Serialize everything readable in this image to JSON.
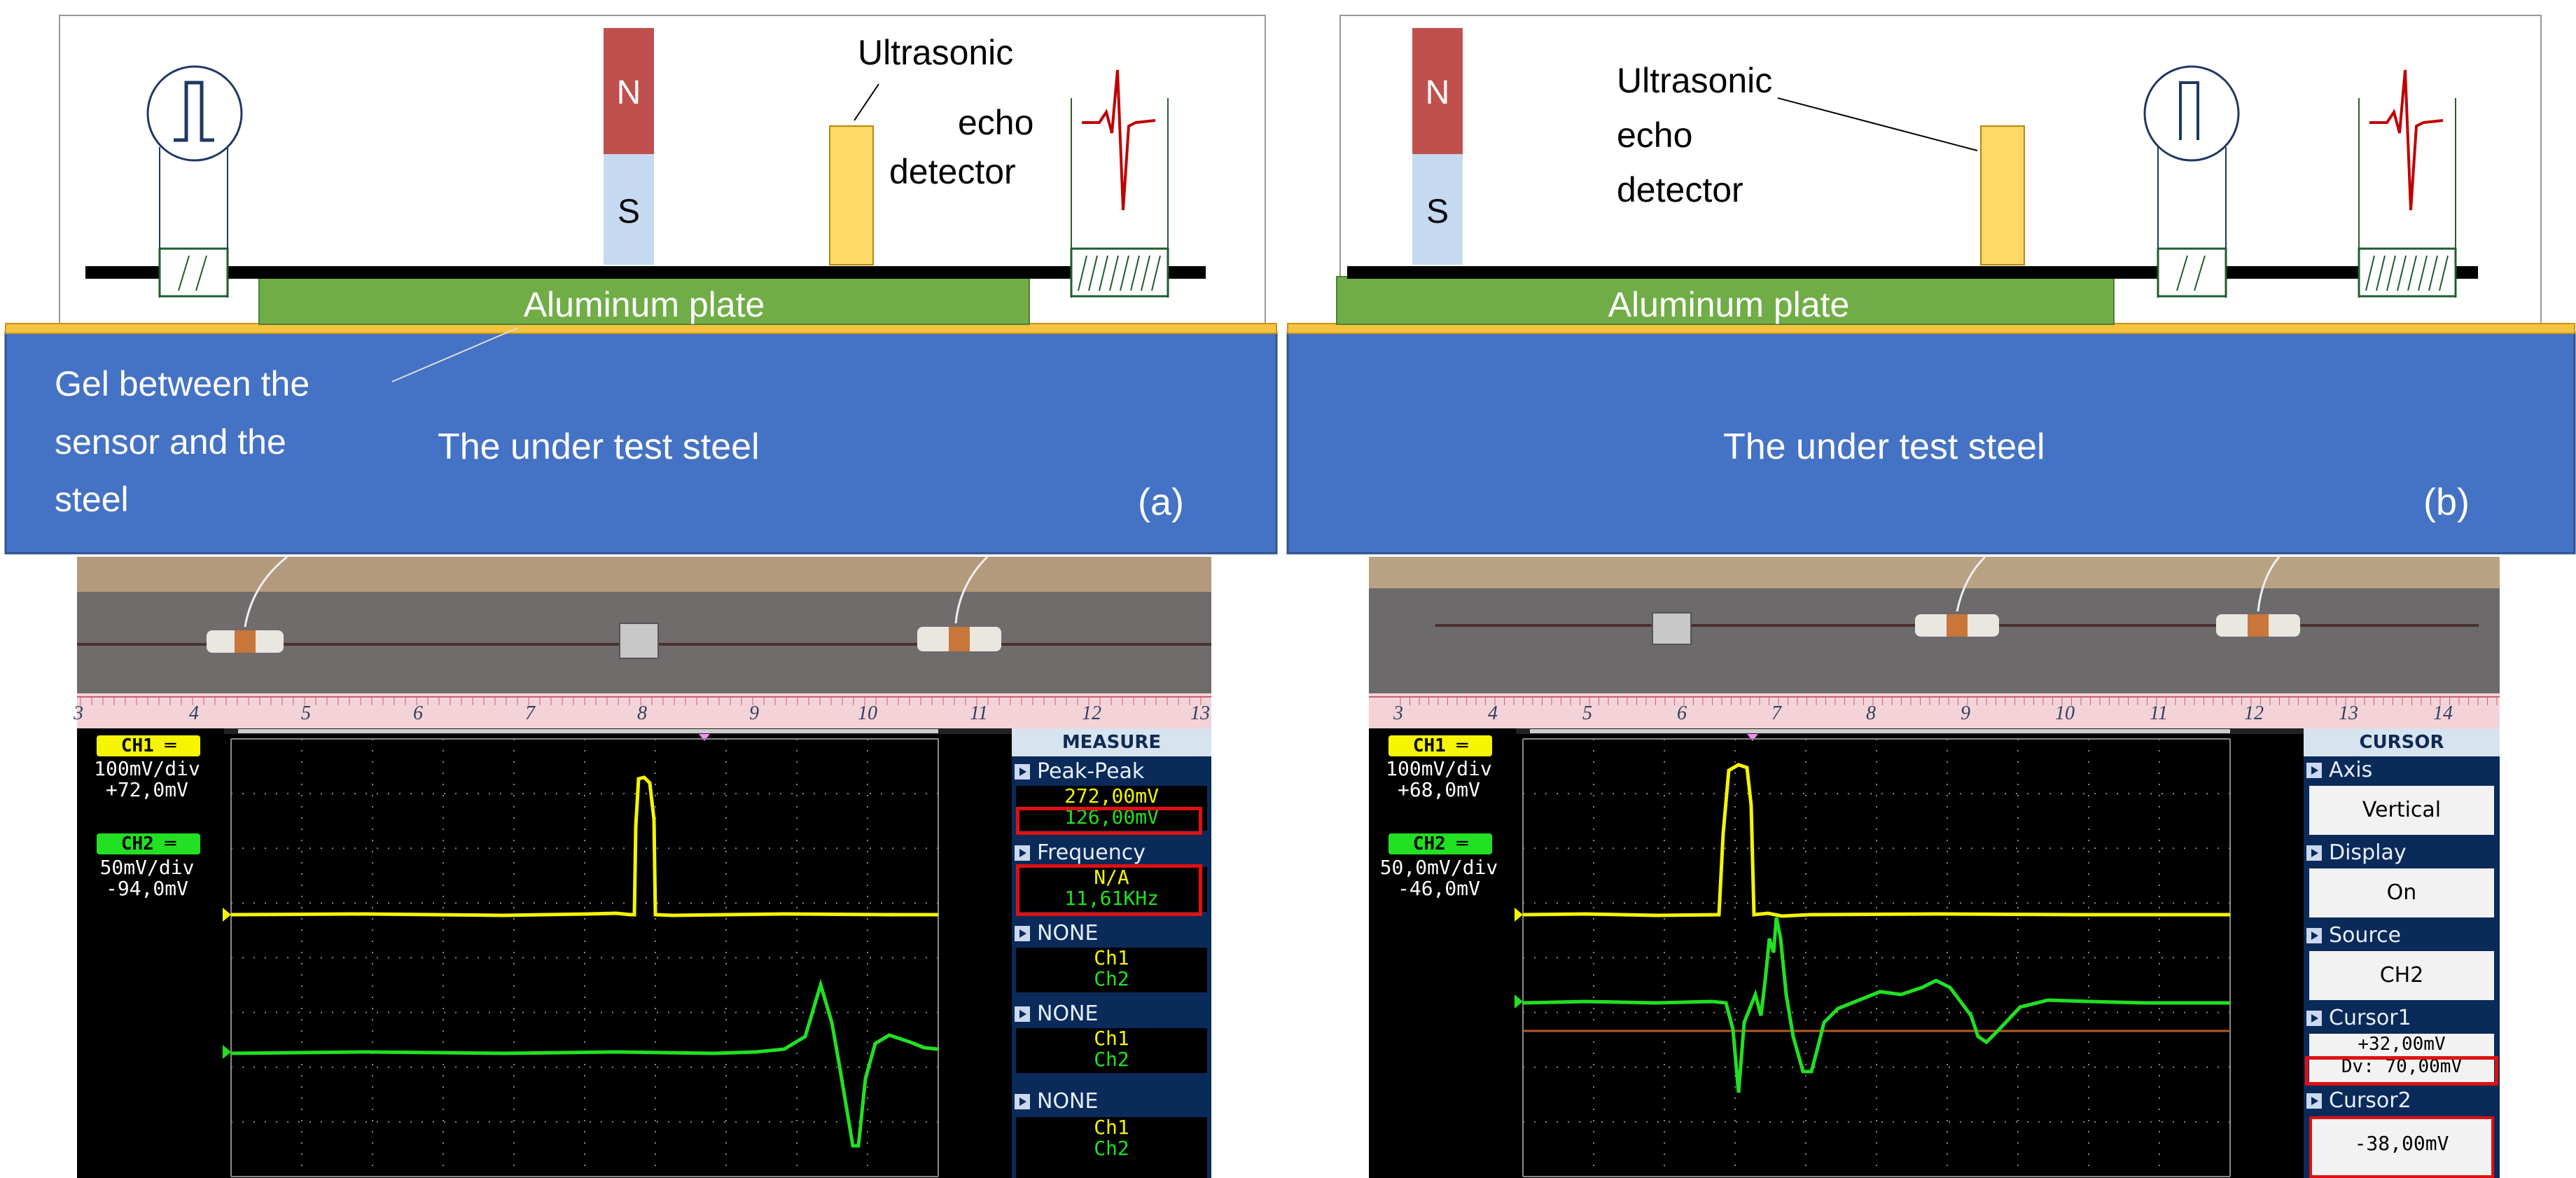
{
  "panels": [
    {
      "label": "(a)",
      "magnet_n": "N",
      "magnet_s": "S",
      "detector_label": [
        "Ultrasonic",
        "echo",
        "detector"
      ],
      "plate_label": "Aluminum plate",
      "gel_label": [
        "Gel between the",
        "sensor and the",
        "steel"
      ],
      "steel_label": "The under test steel",
      "ruler_numbers": [
        "3",
        "4",
        "5",
        "6",
        "7",
        "8",
        "9",
        "10",
        "11",
        "12",
        "13"
      ],
      "scope": {
        "ch1_badge": "CH1 ═",
        "ch1_scale": "100mV/div",
        "ch1_offset": "+72,0mV",
        "ch2_badge": "CH2 ═",
        "ch2_scale": "50mV/div",
        "ch2_offset": "-94,0mV",
        "menu_title": "MEASURE",
        "items": [
          {
            "head": "Peak-Peak",
            "line1": "272,00mV",
            "line2": "126,00mV"
          },
          {
            "head": "Frequency",
            "line1": "N/A",
            "line2": "11,61KHz"
          },
          {
            "head": "NONE",
            "line1": "Ch1",
            "line2": "Ch2"
          },
          {
            "head": "NONE",
            "line1": "Ch1",
            "line2": "Ch2"
          },
          {
            "head": "NONE",
            "line1": "Ch1",
            "line2": "Ch2"
          }
        ]
      }
    },
    {
      "label": "(b)",
      "magnet_n": "N",
      "magnet_s": "S",
      "detector_label": [
        "Ultrasonic",
        "echo",
        "detector"
      ],
      "plate_label": "Aluminum plate",
      "steel_label": "The under test steel",
      "ruler_numbers": [
        "3",
        "4",
        "5",
        "6",
        "7",
        "8",
        "9",
        "10",
        "11",
        "12",
        "13",
        "14"
      ],
      "scope": {
        "ch1_badge": "CH1 ═",
        "ch1_scale": "100mV/div",
        "ch1_offset": "+68,0mV",
        "ch2_badge": "CH2 ═",
        "ch2_scale": "50,0mV/div",
        "ch2_offset": "-46,0mV",
        "menu_title": "CURSOR",
        "axis_head": "Axis",
        "axis_value": "Vertical",
        "display_head": "Display",
        "display_value": "On",
        "source_head": "Source",
        "source_value": "CH2",
        "cursor1_head": "Cursor1",
        "cursor1_value": "+32,00mV",
        "dv_value": "Dv: 70,00mV",
        "cursor2_head": "Cursor2",
        "cursor2_value": "-38,00mV"
      }
    }
  ],
  "colors": {
    "steel": "#4472c4",
    "plate": "#70ad47",
    "gel": "#f5c242",
    "magnet_n": "#c0504d",
    "magnet_s": "#c5d9f1",
    "detector": "#ffd966",
    "ch1_trace": "#f5f500",
    "ch2_trace": "#22e022"
  }
}
